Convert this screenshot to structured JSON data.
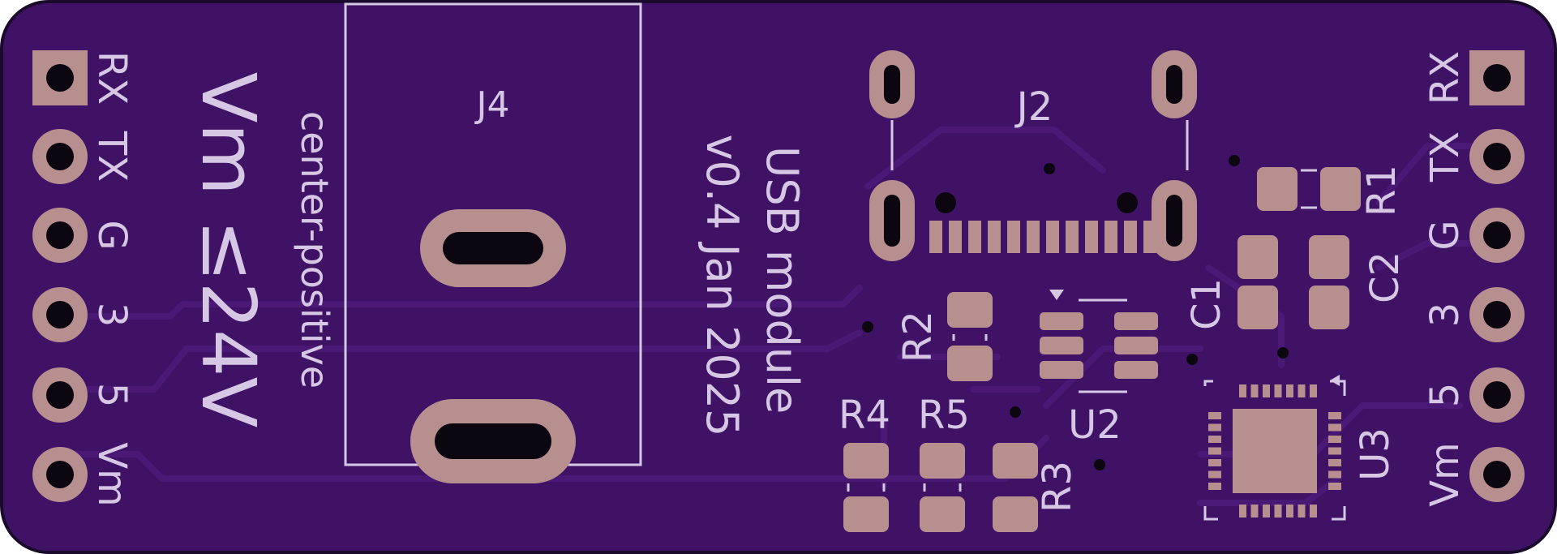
{
  "colors": {
    "board": "#3f1266",
    "board_edge": "#1a0a2c",
    "copper": "#5a1f86",
    "trace": "#4a1875",
    "pad": "#b78f8f",
    "drill": "#0b0610",
    "silkscreen": "#d6c8e4"
  },
  "board": {
    "designators": {
      "j4": "J4",
      "j2": "J2",
      "r1": "R1",
      "r2": "R2",
      "r3": "R3",
      "r4": "R4",
      "r5": "R5",
      "c1": "C1",
      "c2": "C2",
      "u2": "U2",
      "u3": "U3"
    },
    "notes": {
      "polarity": "center-positive",
      "voltage": "Vm ≤24V",
      "title": "USB module",
      "version": "v0.4 Jan 2025"
    },
    "left_header_pins": [
      "RX",
      "TX",
      "G",
      "3",
      "5",
      "Vm"
    ],
    "right_header_pins": [
      "RX",
      "TX",
      "G",
      "3",
      "5",
      "Vm"
    ]
  }
}
